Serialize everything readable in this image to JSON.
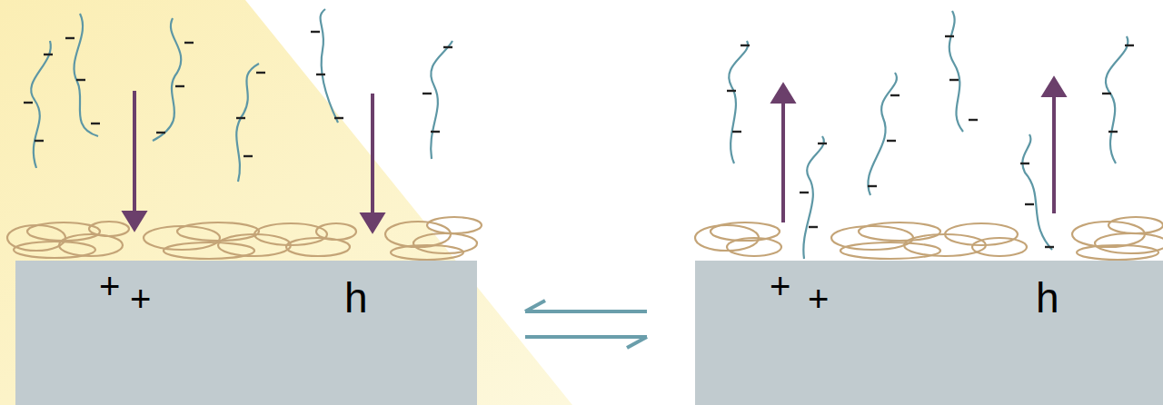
{
  "diagram": {
    "nodes": [
      {
        "text": [
          "+",
          "+",
          "h"
        ]
      },
      {
        "text": [
          "+",
          "+",
          "h"
        ]
      }
    ],
    "edges": [
      {
        "from": 0,
        "to": 1,
        "arrow": "both"
      }
    ]
  }
}
